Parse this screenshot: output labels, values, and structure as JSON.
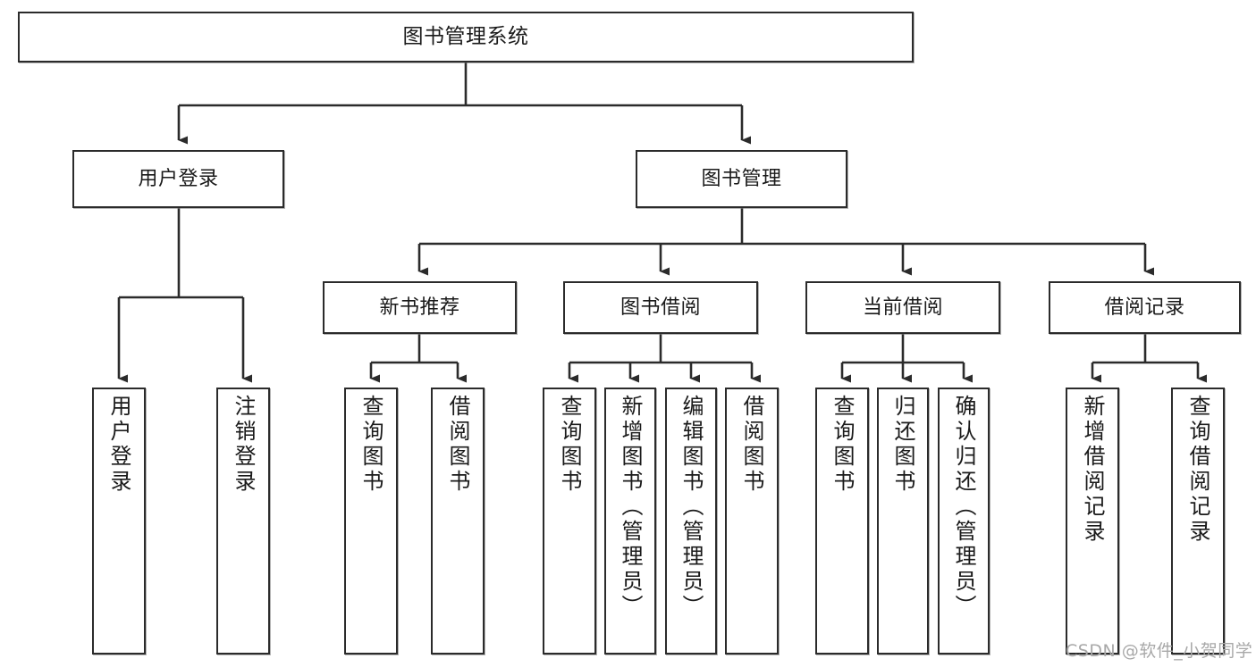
{
  "diagram": {
    "title": "图书管理系统",
    "type": "tree-hierarchy",
    "watermark": "CSDN @软件_小贺同学",
    "root": {
      "label": "图书管理系统"
    },
    "level2": [
      {
        "label": "用户登录"
      },
      {
        "label": "图书管理"
      }
    ],
    "level3": [
      {
        "label": "新书推荐"
      },
      {
        "label": "图书借阅"
      },
      {
        "label": "当前借阅"
      },
      {
        "label": "借阅记录"
      }
    ],
    "leaves": {
      "user_login": [
        {
          "label": "用户登录"
        },
        {
          "label": "注销登录"
        }
      ],
      "new_book_recommend": [
        {
          "label": "查询图书"
        },
        {
          "label": "借阅图书"
        }
      ],
      "book_borrow": [
        {
          "label": "查询图书"
        },
        {
          "label": "新增图书（管理员）"
        },
        {
          "label": "编辑图书（管理员）"
        },
        {
          "label": "借阅图书"
        }
      ],
      "current_borrow": [
        {
          "label": "查询图书"
        },
        {
          "label": "归还图书"
        },
        {
          "label": "确认归还（管理员）"
        }
      ],
      "borrow_record": [
        {
          "label": "新增借阅记录"
        },
        {
          "label": "查询借阅记录"
        }
      ]
    },
    "colors": {
      "stroke": "#2b2b2b",
      "fill": "#ffffff",
      "text": "#1a1a1a",
      "watermark": "#a8a8a8"
    }
  }
}
